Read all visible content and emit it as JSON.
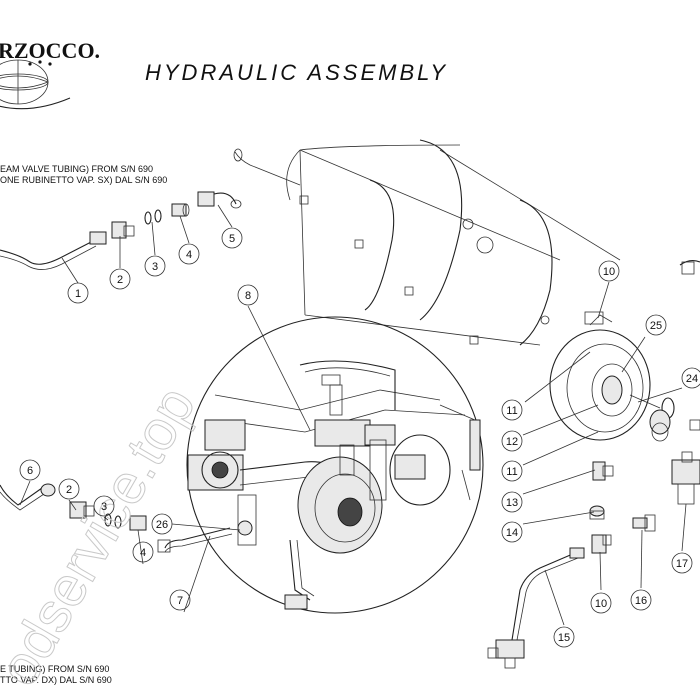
{
  "header": {
    "logo_text": "RZOCCO.",
    "title": "HYDRAULIC ASSEMBLY"
  },
  "notes": {
    "top_line1": "EAM VALVE TUBING) FROM S/N 690",
    "top_line2": "ONE RUBINETTO VAP. SX) DAL S/N 690",
    "bottom_line1": "E TUBING) FROM S/N 690",
    "bottom_line2": "TTO VAP. DX) DAL S/N 690"
  },
  "watermark": "odservice.top",
  "callouts": [
    {
      "id": "c1",
      "label": "1"
    },
    {
      "id": "c2a",
      "label": "2"
    },
    {
      "id": "c3a",
      "label": "3"
    },
    {
      "id": "c4a",
      "label": "4"
    },
    {
      "id": "c5",
      "label": "5"
    },
    {
      "id": "c6",
      "label": "6"
    },
    {
      "id": "c2b",
      "label": "2"
    },
    {
      "id": "c3b",
      "label": "3"
    },
    {
      "id": "c4b",
      "label": "4"
    },
    {
      "id": "c7",
      "label": "7"
    },
    {
      "id": "c8",
      "label": "8"
    },
    {
      "id": "c26",
      "label": "26"
    },
    {
      "id": "c10a",
      "label": "10"
    },
    {
      "id": "c25",
      "label": "25"
    },
    {
      "id": "c24",
      "label": "24"
    },
    {
      "id": "c11a",
      "label": "11"
    },
    {
      "id": "c12",
      "label": "12"
    },
    {
      "id": "c11b",
      "label": "11"
    },
    {
      "id": "c13",
      "label": "13"
    },
    {
      "id": "c14",
      "label": "14"
    },
    {
      "id": "c10b",
      "label": "10"
    },
    {
      "id": "c15",
      "label": "15"
    },
    {
      "id": "c16",
      "label": "16"
    },
    {
      "id": "c17",
      "label": "17"
    }
  ]
}
